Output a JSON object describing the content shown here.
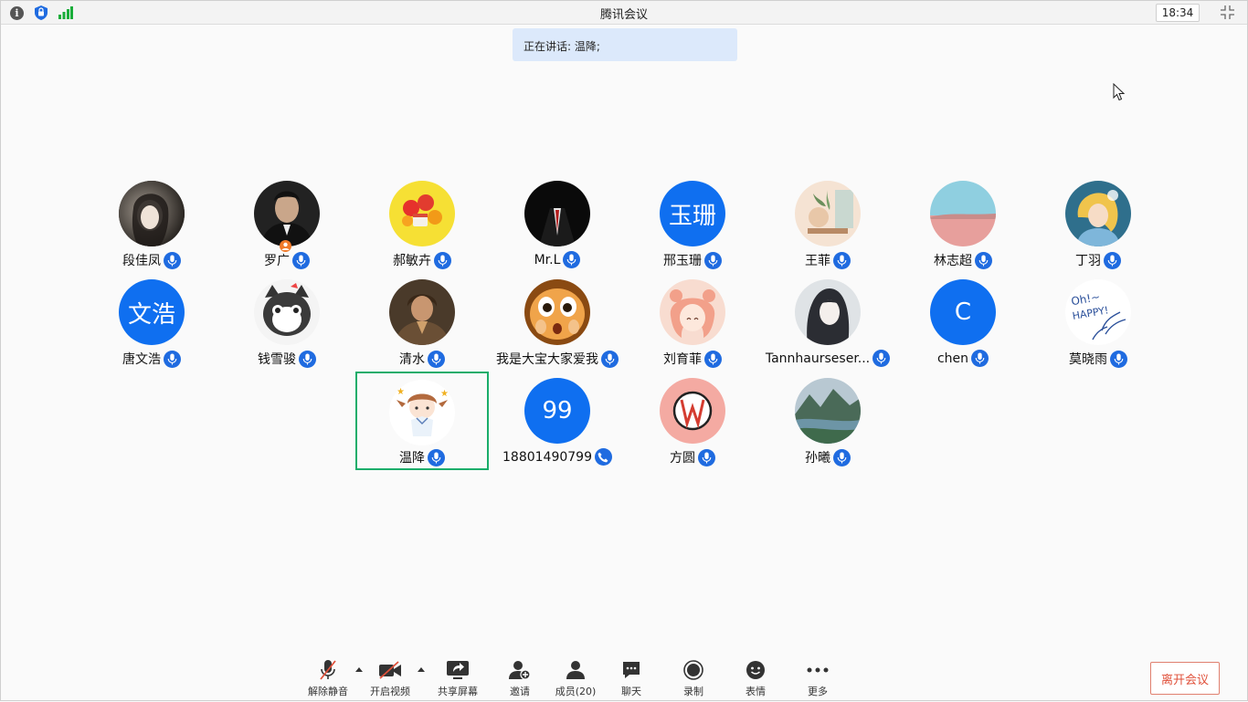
{
  "window": {
    "title": "腾讯会议",
    "clock": "18:34"
  },
  "speaking": {
    "text": "正在讲话: 温降;"
  },
  "participants": [
    {
      "name": "段佳凤",
      "avatar": "photo-woman-dark",
      "status": "mic"
    },
    {
      "name": "罗广",
      "avatar": "photo-man-suit",
      "status": "mic",
      "host": true
    },
    {
      "name": "郝敏卉",
      "avatar": "photo-fruits",
      "status": "mic"
    },
    {
      "name": "Mr.L",
      "avatar": "photo-dark-suit",
      "status": "mic"
    },
    {
      "name": "邢玉珊",
      "avatar": "initials",
      "initials": "玉珊",
      "status": "mic"
    },
    {
      "name": "王菲",
      "avatar": "photo-illustration-room",
      "status": "mic"
    },
    {
      "name": "林志超",
      "avatar": "photo-pink-landscape",
      "status": "mic"
    },
    {
      "name": "丁羽",
      "avatar": "photo-cartoon-princess",
      "status": "mic"
    },
    {
      "name": "唐文浩",
      "avatar": "initials",
      "initials": "文浩",
      "status": "mic"
    },
    {
      "name": "钱雪骏",
      "avatar": "photo-cartoon-cat",
      "status": "mic"
    },
    {
      "name": "清水",
      "avatar": "photo-man-jacket",
      "status": "mic"
    },
    {
      "name": "我是大宝大家爱我",
      "avatar": "photo-cartoon-face",
      "status": "mic"
    },
    {
      "name": "刘育菲",
      "avatar": "photo-cartoon-girl",
      "status": "mic"
    },
    {
      "name": "Tannhaurseser...",
      "avatar": "photo-anime-girl",
      "status": "mic"
    },
    {
      "name": "chen",
      "avatar": "initials",
      "initials": "C",
      "status": "mic"
    },
    {
      "name": "莫晓雨",
      "avatar": "photo-oh-happy",
      "avatar_text": "Oh!~ HAPPY!",
      "status": "mic"
    },
    {
      "name": "温降",
      "avatar": "photo-cartoon-child",
      "status": "mic",
      "active": true
    },
    {
      "name": "18801490799",
      "avatar": "initials",
      "initials": "99",
      "status": "phone"
    },
    {
      "name": "方圆",
      "avatar": "photo-w-logo",
      "status": "mic"
    },
    {
      "name": "孙曦",
      "avatar": "photo-mountain-lake",
      "status": "mic"
    }
  ],
  "toolbar": {
    "unmute": "解除静音",
    "start_video": "开启视频",
    "share_screen": "共享屏幕",
    "invite": "邀请",
    "members": "成员(20)",
    "chat": "聊天",
    "record": "录制",
    "emoji": "表情",
    "more": "更多",
    "leave": "离开会议"
  },
  "colors": {
    "accent": "#0f6ff0",
    "active_border": "#1aad6a",
    "leave": "#e0503a",
    "banner": "#dce9fb"
  }
}
